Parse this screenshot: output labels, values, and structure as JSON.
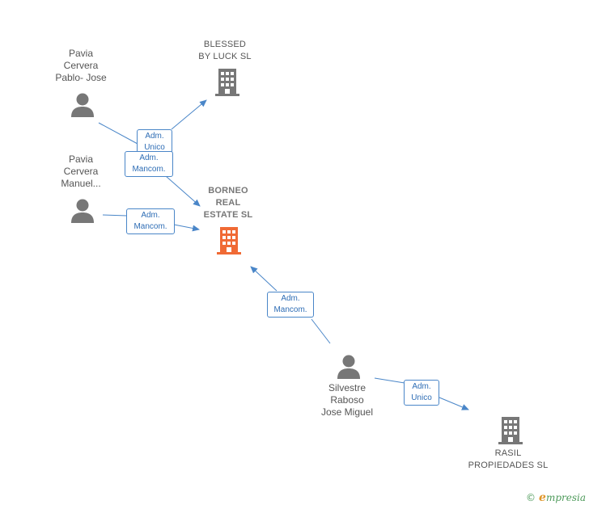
{
  "nodes": {
    "pavia_pablo": {
      "label": "Pavia\nCervera\nPablo- Jose",
      "type": "person"
    },
    "pavia_manuel": {
      "label": "Pavia\nCervera\nManuel...",
      "type": "person"
    },
    "silvestre": {
      "label": "Silvestre\nRaboso\nJose Miguel",
      "type": "person"
    },
    "blessed": {
      "label": "BLESSED\nBY LUCK  SL",
      "type": "company"
    },
    "borneo": {
      "label": "BORNEO\nREAL\nESTATE  SL",
      "type": "company",
      "focus": true
    },
    "rasil": {
      "label": "RASIL\nPROPIEDADES SL",
      "type": "company"
    }
  },
  "edges": [
    {
      "id": "e1",
      "from": "pavia_pablo",
      "to": "blessed",
      "label": "Adm.\nUnico"
    },
    {
      "id": "e2",
      "from": "pavia_pablo",
      "to": "borneo",
      "label": "Adm.\nMancom."
    },
    {
      "id": "e3",
      "from": "pavia_manuel",
      "to": "borneo",
      "label": "Adm.\nMancom."
    },
    {
      "id": "e4",
      "from": "silvestre",
      "to": "borneo",
      "label": "Adm.\nMancom."
    },
    {
      "id": "e5",
      "from": "silvestre",
      "to": "rasil",
      "label": "Adm.\nUnico"
    }
  ],
  "colors": {
    "edge": "#4a86c8",
    "person_icon": "#777777",
    "company_icon": "#777777",
    "focus_icon": "#f06a35"
  },
  "brand": {
    "copyright": "©",
    "first": "e",
    "rest": "mpresia"
  }
}
